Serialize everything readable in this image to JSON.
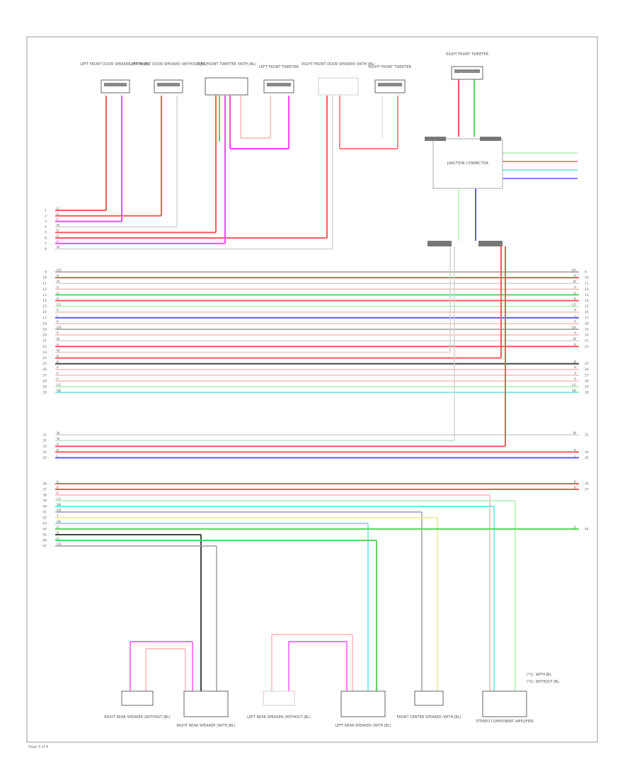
{
  "colors": {
    "red": "#ff5a5a",
    "pink": "#ffb3b3",
    "magenta": "#ff44ff",
    "green": "#5ad85a",
    "lightgreen": "#a8f0a8",
    "blue": "#5a5aff",
    "cyan": "#55e0e0",
    "gray": "#9a9a9a",
    "black": "#444444",
    "yellow": "#e8e880",
    "palegray": "#cfcfcf",
    "frame": "#999999"
  },
  "page_number": "Page 3 of 4",
  "components": [
    {
      "id": "c1",
      "label": "LEFT FRONT DOOR SPEAKER (WITH JBL)"
    },
    {
      "id": "c2",
      "label": "LEFT FRONT DOOR SPEAKER (WITHOUT JBL)"
    },
    {
      "id": "c3",
      "label": "LEFT FRONT TWEETER (WITH JBL)"
    },
    {
      "id": "c4",
      "label": "LEFT FRONT TWEETER"
    },
    {
      "id": "c5",
      "label": "RIGHT FRONT DOOR SPEAKER (WITH JBL)"
    },
    {
      "id": "c6",
      "label": "RIGHT FRONT TWEETER"
    },
    {
      "id": "c7",
      "label": "RIGHT FRONT TWEETER"
    },
    {
      "id": "jb",
      "label": "JUNCTION CONNECTOR"
    },
    {
      "id": "b1",
      "label": "RIGHT REAR SPEAKER (WITHOUT JBL)"
    },
    {
      "id": "b2",
      "label": "RIGHT REAR SPEAKER (WITH JBL)"
    },
    {
      "id": "b3",
      "label": "LEFT REAR SPEAKER (WITHOUT JBL)"
    },
    {
      "id": "b4",
      "label": "LEFT REAR SPEAKER (WITH JBL)"
    },
    {
      "id": "b5",
      "label": "FRONT CENTER SPEAKER (WITH JBL)"
    },
    {
      "id": "b6",
      "label": "STEREO COMPONENT AMPLIFIER"
    }
  ],
  "legend_notes": [
    "(*1): WITH JBL",
    "(*2): WITHOUT JBL"
  ],
  "wires": [
    {
      "n": "1",
      "c": "red",
      "code": "R",
      "end": "",
      "dest": "c1"
    },
    {
      "n": "2",
      "c": "red",
      "code": "R",
      "end": "",
      "dest": "c2"
    },
    {
      "n": "3",
      "c": "magenta",
      "code": "P",
      "end": "",
      "dest": "c1"
    },
    {
      "n": "4",
      "c": "palegray",
      "code": "W",
      "end": "",
      "dest": "c2"
    },
    {
      "n": "5",
      "c": "red",
      "code": "R",
      "end": "",
      "dest": "c3"
    },
    {
      "n": "6",
      "c": "red",
      "code": "R",
      "end": "",
      "dest": "c5"
    },
    {
      "n": "7",
      "c": "magenta",
      "code": "P",
      "end": "",
      "dest": "c3"
    },
    {
      "n": "8",
      "c": "palegray",
      "code": "W",
      "end": "",
      "dest": "c5"
    },
    {
      "n": "9",
      "c": "gray",
      "code": "GR",
      "end": "GR",
      "dest": ""
    },
    {
      "n": "10",
      "c": "red",
      "code": "R",
      "end": "R",
      "dest": ""
    },
    {
      "n": "11",
      "c": "palegray",
      "code": "W",
      "end": "W",
      "dest": ""
    },
    {
      "n": "12",
      "c": "pink",
      "code": "P",
      "end": "P",
      "dest": ""
    },
    {
      "n": "13",
      "c": "green",
      "code": "G",
      "end": "G",
      "dest": ""
    },
    {
      "n": "14",
      "c": "red",
      "code": "R",
      "end": "R",
      "dest": ""
    },
    {
      "n": "15",
      "c": "lightgreen",
      "code": "LG",
      "end": "LG",
      "dest": ""
    },
    {
      "n": "16",
      "c": "pink",
      "code": "P",
      "end": "P",
      "dest": ""
    },
    {
      "n": "17",
      "c": "blue",
      "code": "L",
      "end": "L",
      "dest": ""
    },
    {
      "n": "18",
      "c": "pink",
      "code": "P",
      "end": "P",
      "dest": ""
    },
    {
      "n": "19",
      "c": "gray",
      "code": "GR",
      "end": "GR",
      "dest": ""
    },
    {
      "n": "20",
      "c": "pink",
      "code": "P",
      "end": "P",
      "dest": ""
    },
    {
      "n": "21",
      "c": "palegray",
      "code": "W",
      "end": "W",
      "dest": ""
    },
    {
      "n": "22",
      "c": "red",
      "code": "R",
      "end": "R",
      "dest": ""
    },
    {
      "n": "23",
      "c": "palegray",
      "code": "W",
      "end": "",
      "dest": "jb"
    },
    {
      "n": "24",
      "c": "red",
      "code": "R",
      "end": "",
      "dest": "jb"
    },
    {
      "n": "25",
      "c": "black",
      "code": "B",
      "end": "B",
      "dest": ""
    },
    {
      "n": "26",
      "c": "pink",
      "code": "P",
      "end": "P",
      "dest": ""
    },
    {
      "n": "27",
      "c": "pink",
      "code": "P",
      "end": "P",
      "dest": ""
    },
    {
      "n": "28",
      "c": "pink",
      "code": "P",
      "end": "P",
      "dest": ""
    },
    {
      "n": "29",
      "c": "lightgreen",
      "code": "LG",
      "end": "LG",
      "dest": ""
    },
    {
      "n": "30",
      "c": "cyan",
      "code": "SB",
      "end": "SB",
      "dest": ""
    },
    {
      "n": "31",
      "c": "palegray",
      "code": "W",
      "end": "W",
      "dest": ""
    },
    {
      "n": "32",
      "c": "palegray",
      "code": "W",
      "end": "",
      "dest": "jb"
    },
    {
      "n": "33",
      "c": "red",
      "code": "R",
      "end": "",
      "dest": "jb"
    },
    {
      "n": "34",
      "c": "red",
      "code": "R",
      "end": "R",
      "dest": ""
    },
    {
      "n": "35",
      "c": "blue",
      "code": "L",
      "end": "L",
      "dest": ""
    },
    {
      "n": "36",
      "c": "red",
      "code": "R",
      "end": "R",
      "dest": ""
    },
    {
      "n": "37",
      "c": "red",
      "code": "R",
      "end": "R",
      "dest": ""
    },
    {
      "n": "38",
      "c": "pink",
      "code": "P",
      "end": "",
      "dest": "b6"
    },
    {
      "n": "39",
      "c": "lightgreen",
      "code": "LG",
      "end": "",
      "dest": "b6"
    },
    {
      "n": "40",
      "c": "cyan",
      "code": "SB",
      "end": "",
      "dest": "b6"
    },
    {
      "n": "41",
      "c": "gray",
      "code": "GR",
      "end": "",
      "dest": "b5"
    },
    {
      "n": "42",
      "c": "yellow",
      "code": "Y",
      "end": "",
      "dest": "b5"
    },
    {
      "n": "43",
      "c": "cyan",
      "code": "SB",
      "end": "",
      "dest": "b4"
    },
    {
      "n": "44",
      "c": "green",
      "code": "G",
      "end": "G",
      "dest": ""
    },
    {
      "n": "45",
      "c": "black",
      "code": "B",
      "end": "",
      "dest": "b2"
    },
    {
      "n": "46",
      "c": "green",
      "code": "G",
      "end": "",
      "dest": "b4"
    },
    {
      "n": "47",
      "c": "gray",
      "code": "GR",
      "end": "",
      "dest": "b2"
    }
  ]
}
